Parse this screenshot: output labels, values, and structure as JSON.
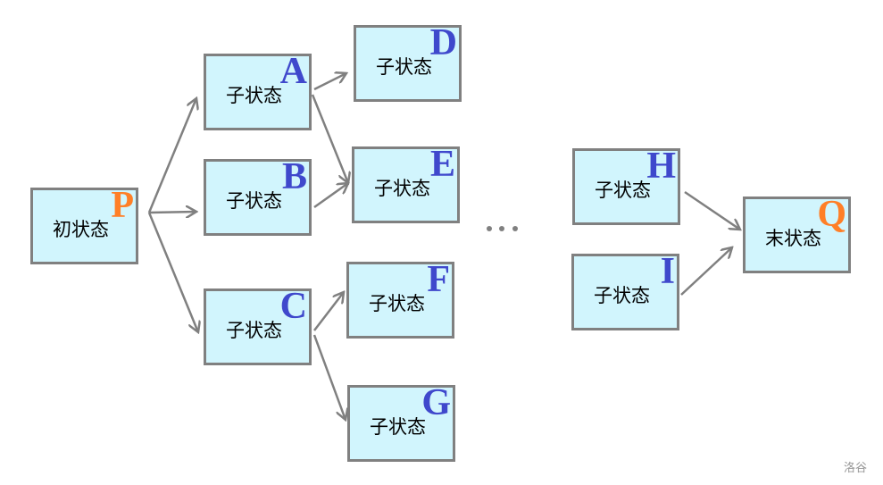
{
  "colors": {
    "box_fill": "#d1f5fd",
    "border": "#808080",
    "sub_letter": "#3f48cc",
    "end_letter": "#ff7f27"
  },
  "nodes": [
    {
      "id": "P",
      "label": "初状态",
      "letter": "P"
    },
    {
      "id": "A",
      "label": "子状态",
      "letter": "A"
    },
    {
      "id": "B",
      "label": "子状态",
      "letter": "B"
    },
    {
      "id": "C",
      "label": "子状态",
      "letter": "C"
    },
    {
      "id": "D",
      "label": "子状态",
      "letter": "D"
    },
    {
      "id": "E",
      "label": "子状态",
      "letter": "E"
    },
    {
      "id": "F",
      "label": "子状态",
      "letter": "F"
    },
    {
      "id": "G",
      "label": "子状态",
      "letter": "G"
    },
    {
      "id": "H",
      "label": "子状态",
      "letter": "H"
    },
    {
      "id": "I",
      "label": "子状态",
      "letter": "I"
    },
    {
      "id": "Q",
      "label": "末状态",
      "letter": "Q"
    }
  ],
  "edges": [
    [
      "P",
      "A"
    ],
    [
      "P",
      "B"
    ],
    [
      "P",
      "C"
    ],
    [
      "A",
      "D"
    ],
    [
      "A",
      "E"
    ],
    [
      "B",
      "E"
    ],
    [
      "C",
      "F"
    ],
    [
      "C",
      "G"
    ],
    [
      "H",
      "Q"
    ],
    [
      "I",
      "Q"
    ]
  ],
  "ellipsis": "···",
  "watermark": "洛谷"
}
